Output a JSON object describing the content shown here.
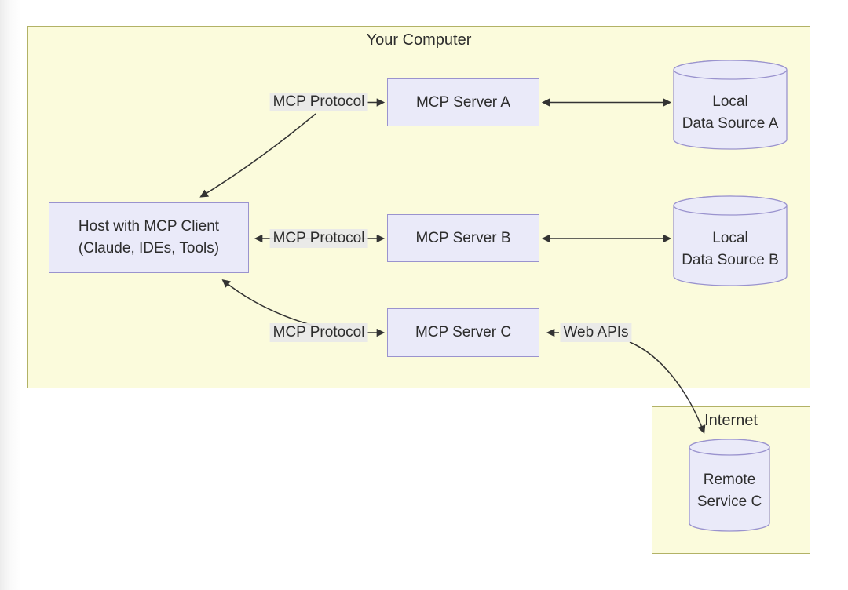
{
  "colors": {
    "container_fill": "#fbfbdc",
    "container_border": "#b2b266",
    "node_fill": "#eaeaf9",
    "node_border": "#9a93ce",
    "edge_label_bg": "#e8e8e8",
    "line": "#333333",
    "text": "#2d2d2d"
  },
  "your_computer": {
    "title": "Your Computer",
    "host": {
      "line1": "Host with MCP Client",
      "line2": "(Claude, IDEs, Tools)"
    },
    "server_a": {
      "label": "MCP Server A"
    },
    "server_b": {
      "label": "MCP Server B"
    },
    "server_c": {
      "label": "MCP Server C"
    },
    "source_a": {
      "line1": "Local",
      "line2": "Data Source A"
    },
    "source_b": {
      "line1": "Local",
      "line2": "Data Source B"
    },
    "edge_labels": {
      "protocol_a": "MCP Protocol",
      "protocol_b": "MCP Protocol",
      "protocol_c": "MCP Protocol",
      "web_apis": "Web APIs"
    }
  },
  "internet": {
    "title": "Internet",
    "remote_c": {
      "line1": "Remote",
      "line2": "Service C"
    }
  }
}
